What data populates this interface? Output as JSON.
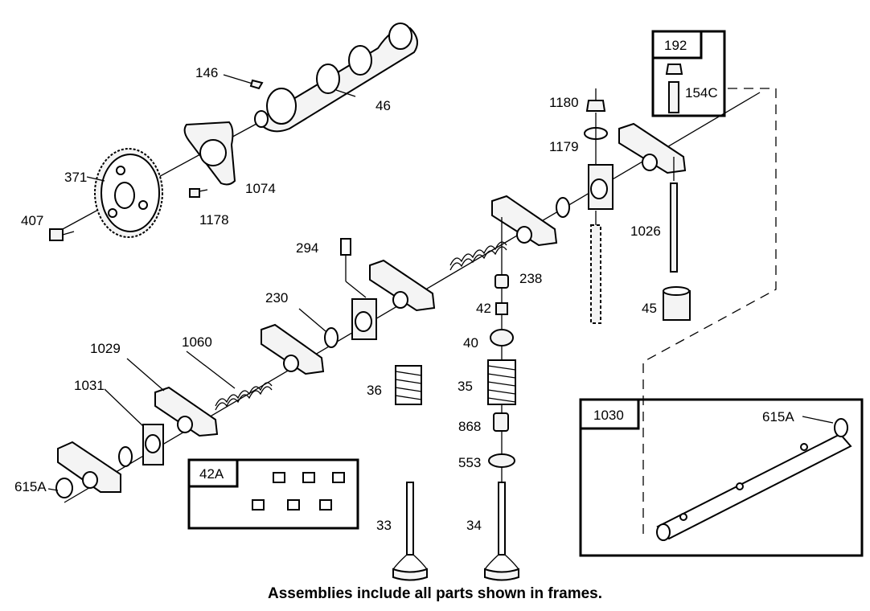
{
  "callouts": {
    "c146": "146",
    "c46": "46",
    "c371": "371",
    "c1074": "1074",
    "c407": "407",
    "c1178": "1178",
    "c294": "294",
    "c230": "230",
    "c1029": "1029",
    "c1060": "1060",
    "c1031": "1031",
    "c615a_left": "615A",
    "c238": "238",
    "c42": "42",
    "c40": "40",
    "c36": "36",
    "c35": "35",
    "c868": "868",
    "c553": "553",
    "c33": "33",
    "c34": "34",
    "c1180": "1180",
    "c1179": "1179",
    "c1026": "1026",
    "c45": "45",
    "c615a_right": "615A"
  },
  "frames": {
    "f192": "192",
    "f154c": "154C",
    "f42a": "42A",
    "f1030": "1030"
  },
  "caption": "Assemblies include all parts shown in frames."
}
